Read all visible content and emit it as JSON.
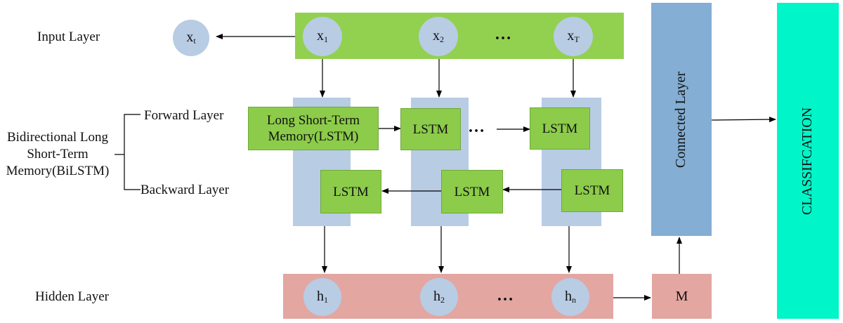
{
  "labels": {
    "input_layer": "Input Layer",
    "hidden_layer": "Hidden Layer",
    "forward_layer": "Forward Layer",
    "backward_layer": "Backward Layer",
    "bilstm": [
      "Bidirectional Long",
      "Short-Term",
      "Memory(BiLSTM)"
    ]
  },
  "input": {
    "xt": {
      "base": "x",
      "sub": "t"
    },
    "x1": {
      "base": "x",
      "sub": "1"
    },
    "x2": {
      "base": "x",
      "sub": "2"
    },
    "xT": {
      "base": "x",
      "sub": "T"
    },
    "dots": "…"
  },
  "forward": {
    "first": [
      "Long Short-Term",
      "Memory(LSTM)"
    ],
    "second": "LSTM",
    "third": "LSTM",
    "dots": "…"
  },
  "backward": {
    "first": "LSTM",
    "second": "LSTM",
    "third": "LSTM"
  },
  "hidden": {
    "h1": {
      "base": "h",
      "sub": "1"
    },
    "h2": {
      "base": "h",
      "sub": "2"
    },
    "hn": {
      "base": "h",
      "sub": "n"
    },
    "dots": "…",
    "m": "M"
  },
  "connected_layer": "Connected Layer",
  "classification": "CLASSIFCATION",
  "colors": {
    "input_bar": "#92d050",
    "lstm_box": "#8ccc4a",
    "column": "#b8cce4",
    "node": "#b8cce4",
    "hidden_bar": "#e3a6a1",
    "connected_layer": "#84aed3",
    "classification": "#00f5c8"
  }
}
